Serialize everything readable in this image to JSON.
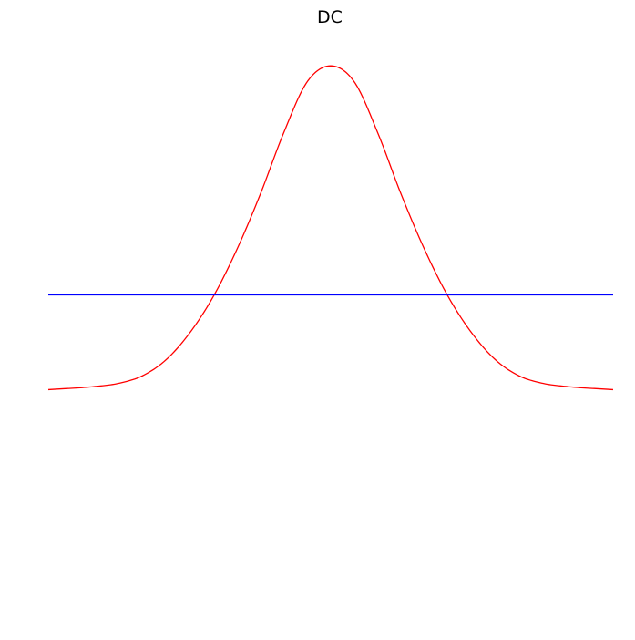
{
  "chart_data": {
    "type": "line",
    "title": "DC",
    "xlabel": "",
    "ylabel": "",
    "axes_visible": false,
    "grid": false,
    "legend": "none",
    "xlim": [
      -3,
      3
    ],
    "ylim": [
      -1.5,
      1.2
    ],
    "series": [
      {
        "color": "#ff0000",
        "x": [
          -3.0,
          -2.5,
          -2.25,
          -2.0,
          -1.75,
          -1.5,
          -1.25,
          -1.0,
          -0.75,
          -0.5,
          -0.25,
          0.0,
          0.25,
          0.5,
          0.75,
          1.0,
          1.25,
          1.5,
          1.75,
          2.0,
          2.25,
          2.5,
          3.0
        ],
        "y": [
          -0.445,
          -0.43,
          -0.415,
          -0.38,
          -0.305,
          -0.18,
          -0.01,
          0.21,
          0.47,
          0.76,
          1.0,
          1.075,
          1.0,
          0.76,
          0.47,
          0.21,
          -0.01,
          -0.18,
          -0.305,
          -0.38,
          -0.415,
          -0.43,
          -0.445
        ]
      },
      {
        "color": "#0000ff",
        "x": [
          -3.0,
          3.0
        ],
        "y": [
          0.0,
          0.0
        ]
      }
    ]
  }
}
